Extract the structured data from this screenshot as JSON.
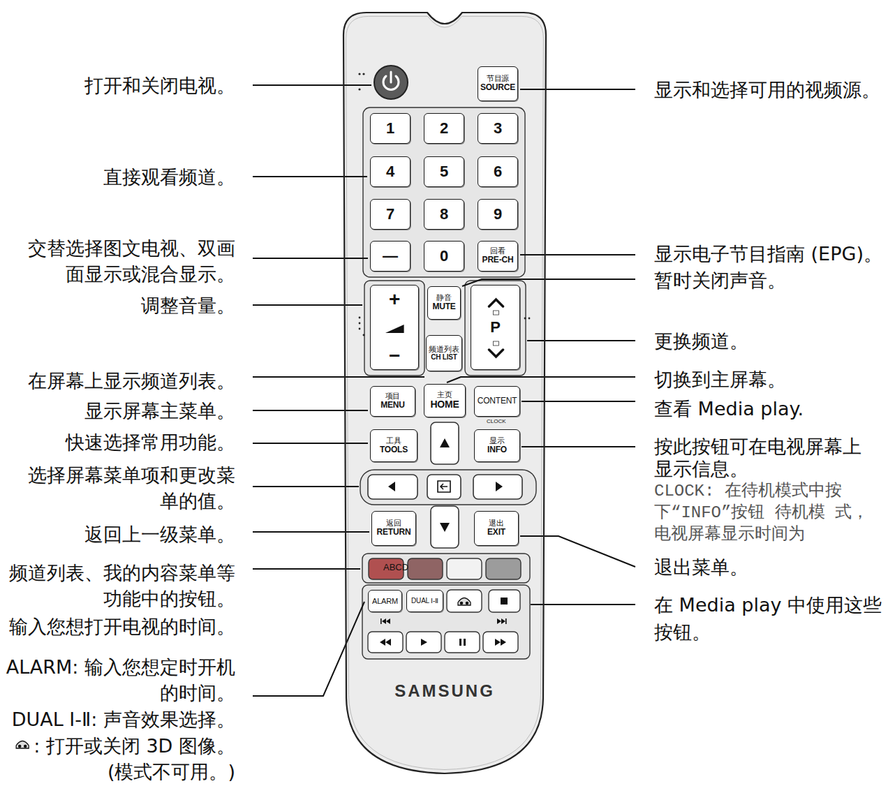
{
  "diagram": {
    "nodes": [
      {
        "text": [
          "SAMSUNG"
        ]
      },
      {
        "text": [
          "节目源",
          "SOURCE"
        ],
        "in": 0
      },
      {
        "text": [
          "1"
        ],
        "in": 0
      },
      {
        "text": [
          "2"
        ],
        "in": 0
      },
      {
        "text": [
          "3"
        ],
        "in": 0
      },
      {
        "text": [
          "4"
        ],
        "in": 0
      },
      {
        "text": [
          "5"
        ],
        "in": 0
      },
      {
        "text": [
          "6"
        ],
        "in": 0
      },
      {
        "text": [
          "7"
        ],
        "in": 0
      },
      {
        "text": [
          "8"
        ],
        "in": 0
      },
      {
        "text": [
          "9"
        ],
        "in": 0
      },
      {
        "text": [
          "—"
        ],
        "in": 0
      },
      {
        "text": [
          "0"
        ],
        "in": 0
      },
      {
        "text": [
          "回看",
          "PRE-CH"
        ],
        "in": 0
      },
      {
        "text": [
          "+",
          "−"
        ],
        "in": 0
      },
      {
        "text": [
          "静音",
          "MUTE"
        ],
        "in": 0
      },
      {
        "text": [
          "P"
        ],
        "in": 0
      },
      {
        "text": [
          "频道列表",
          "CH LIST"
        ],
        "in": 0
      },
      {
        "text": [
          "项目",
          "MENU"
        ],
        "in": 0
      },
      {
        "text": [
          "主页",
          "HOME"
        ],
        "in": 0
      },
      {
        "text": [
          "CONTENT"
        ],
        "in": 0
      },
      {
        "text": [
          "工具",
          "TOOLS"
        ],
        "in": 0
      },
      {
        "text": [
          "显示",
          "INFO"
        ],
        "in": 0
      },
      {
        "text": [
          "返回",
          "RETURN"
        ],
        "in": 0
      },
      {
        "text": [
          "退出",
          "EXIT"
        ],
        "in": 0
      },
      {
        "text": [
          "ALARM"
        ],
        "in": 0
      },
      {
        "text": [
          "DUAL Ⅰ-Ⅱ"
        ],
        "in": 0
      }
    ],
    "labels": [
      "打开和关闭电视。",
      "直接观看频道。",
      "交替选择图文电视、双画 面显示或混合显示。",
      "调整音量。",
      "在屏幕上显示频道列表。",
      "显示屏幕主菜单。",
      "快速选择常用功能。",
      "选择屏幕菜单项和更改菜 单的值。",
      "返回上一级菜单。",
      "频道列表、我的内容菜单等 功能中的按钮。",
      "输入您想打开电视的时间。",
      "ALARM: 输入您想定时开机 的时间。",
      "DUAL Ⅰ-Ⅱ: 声音效果选择。",
      ": 打开或关闭 3D 图像。 (模式不可用。)",
      "显示和选择可用的视频源。",
      "显示电子节目指南 (EPG)。",
      "暂时关闭声音。",
      "更换频道。",
      "切换到主屏幕。",
      "查看 Media play.",
      "按此按钮可在电视屏幕上 显示信息。",
      "CLOCK: 在待机模式中按 下“INFO”按钮 待机模 式，电视屏幕显示时间为",
      "退出菜单。",
      "在 Media play 中使用这些 按钮。",
      "ABCD",
      "CLOCK"
    ]
  }
}
